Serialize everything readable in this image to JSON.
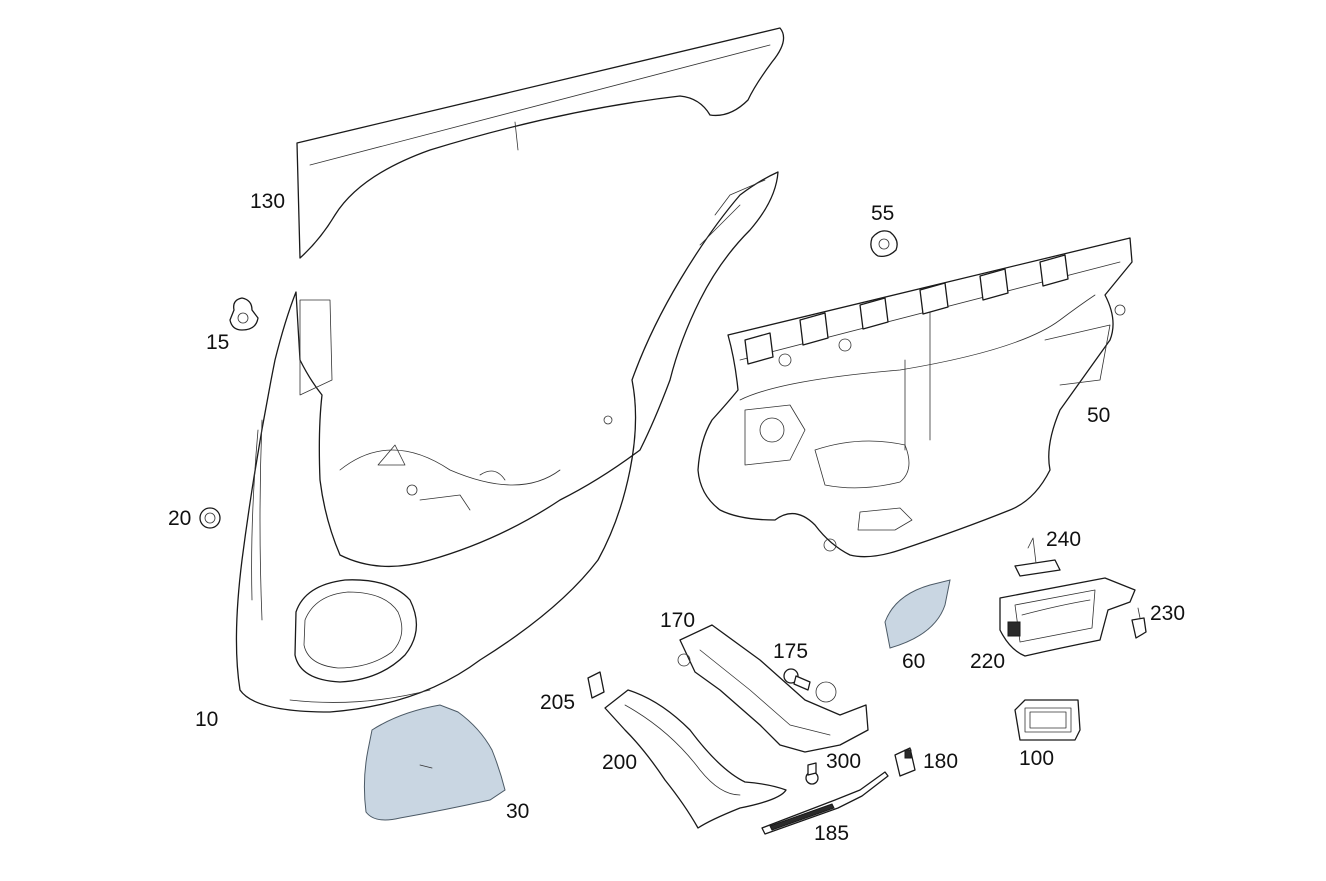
{
  "callouts": {
    "p130": "130",
    "p55": "55",
    "p15": "15",
    "p50": "50",
    "p20": "20",
    "p240": "240",
    "p170": "170",
    "p230": "230",
    "p175": "175",
    "p60": "60",
    "p220": "220",
    "p205": "205",
    "p10": "10",
    "p300": "300",
    "p180": "180",
    "p100": "100",
    "p200": "200",
    "p30": "30",
    "p185": "185"
  },
  "colors": {
    "line": "#1a1a1a",
    "grille_fill": "#c9d6e2",
    "background": "#ffffff"
  }
}
